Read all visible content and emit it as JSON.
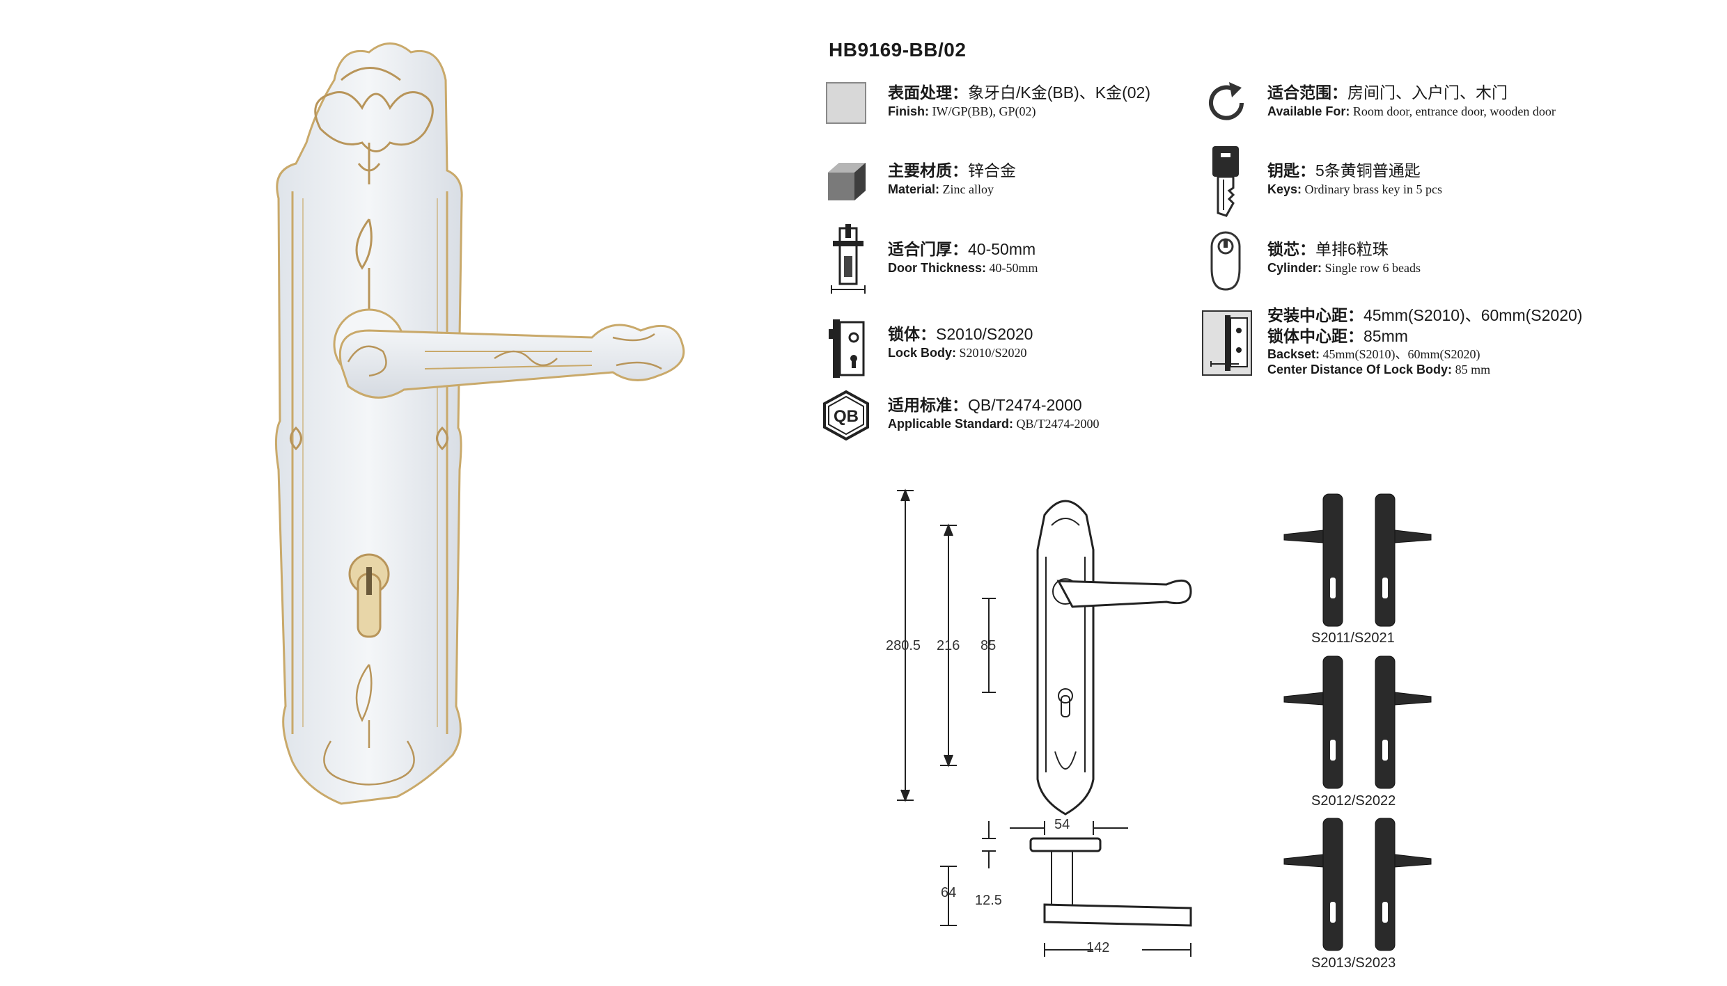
{
  "model": "HB9169-BB/02",
  "specs": {
    "finish": {
      "zh_label": "表面处理：",
      "zh_value": "象牙白/K金(BB)、K金(02)",
      "en_label": "Finish:",
      "en_value": "IW/GP(BB), GP(02)",
      "icon": "finish-swatch-icon"
    },
    "material": {
      "zh_label": "主要材质：",
      "zh_value": "锌合金",
      "en_label": "Material:",
      "en_value": "Zinc alloy",
      "icon": "cube-icon"
    },
    "thickness": {
      "zh_label": "适合门厚：",
      "zh_value": "40-50mm",
      "en_label": "Door Thickness:",
      "en_value": "40-50mm",
      "icon": "door-thickness-icon"
    },
    "lock_body": {
      "zh_label": "锁体：",
      "zh_value": "S2010/S2020",
      "en_label": "Lock Body:",
      "en_value": "S2010/S2020",
      "icon": "lock-body-icon"
    },
    "standard": {
      "zh_label": "适用标准：",
      "zh_value": "QB/T2474-2000",
      "en_label": "Applicable Standard:",
      "en_value": "QB/T2474-2000",
      "icon": "qb-standard-icon",
      "badge": "QB"
    },
    "available": {
      "zh_label": "适合范围：",
      "zh_value": "房间门、入户门、木门",
      "en_label": "Available For:",
      "en_value": "Room door, entrance door, wooden door",
      "icon": "rotate-arrow-icon"
    },
    "keys": {
      "zh_label": "钥匙：",
      "zh_value": "5条黄铜普通匙",
      "en_label": "Keys:",
      "en_value": "Ordinary brass key in 5 pcs",
      "icon": "key-icon"
    },
    "cylinder": {
      "zh_label": "锁芯：",
      "zh_value": "单排6粒珠",
      "en_label": "Cylinder:",
      "en_value": "Single row 6 beads",
      "icon": "cylinder-icon"
    },
    "backset": {
      "zh_label1": "安装中心距：",
      "zh_value1": "45mm(S2010)、60mm(S2020)",
      "zh_label2": "锁体中心距：",
      "zh_value2": "85mm",
      "en_label1": "Backset:",
      "en_value1": "45mm(S2010)、60mm(S2020)",
      "en_label2": "Center Distance Of Lock Body:",
      "en_value2": "85 mm",
      "icon": "backset-icon"
    }
  },
  "dimensions": {
    "d1": "280.5",
    "d2": "216",
    "d3": "85",
    "d4": "54",
    "d5": "64",
    "d6": "12.5",
    "d7": "142"
  },
  "variants": [
    "S2011/S2021",
    "S2012/S2022",
    "S2013/S2023"
  ],
  "colors": {
    "ivory": "#eef1f4",
    "gold": "#c9a96a",
    "text": "#1a1a1a"
  }
}
